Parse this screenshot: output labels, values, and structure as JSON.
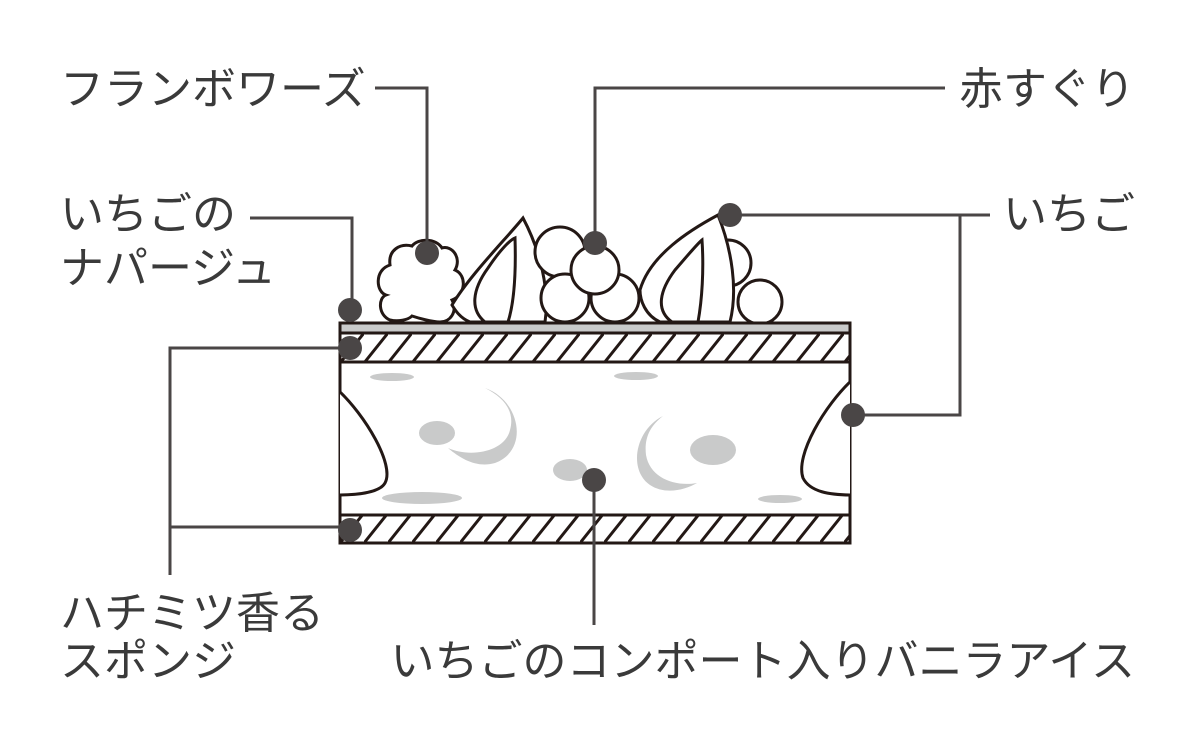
{
  "labels": {
    "framboise": "フランボワーズ",
    "redcurrant": "赤すぐり",
    "nappage_line1": "いちごの",
    "nappage_line2": "ナパージュ",
    "strawberry": "いちご",
    "sponge_line1": "ハチミツ香る",
    "sponge_line2": "スポンジ",
    "ice": "いちごのコンポート入りバニラアイス"
  },
  "colors": {
    "line": "#4a4646",
    "outline": "#231815",
    "fill_gray": "#c9caca",
    "text": "#3a3a3a"
  }
}
